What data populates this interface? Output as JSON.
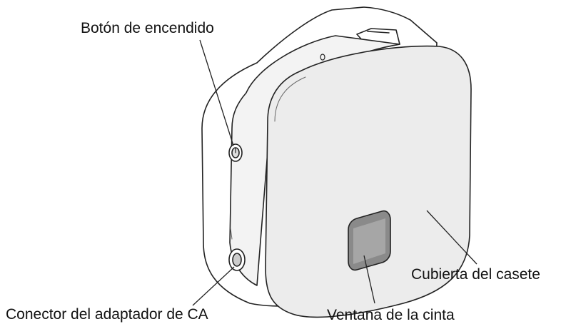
{
  "labels": {
    "power_button": "Botón de encendido",
    "ac_adapter_connector": "Conector del adaptador de CA",
    "tape_window": "Ventana de la cinta",
    "cassette_cover": "Cubierta del casete"
  }
}
